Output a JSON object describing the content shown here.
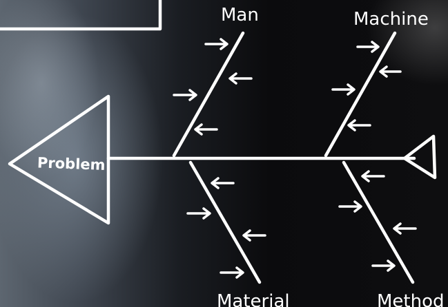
{
  "diagram": {
    "problem_label": "Problem",
    "categories": {
      "man": "Man",
      "machine": "Machine",
      "material": "Material",
      "method": "Method"
    }
  },
  "colors": {
    "chalk": "#ffffff",
    "board": "#0b0b0d"
  }
}
